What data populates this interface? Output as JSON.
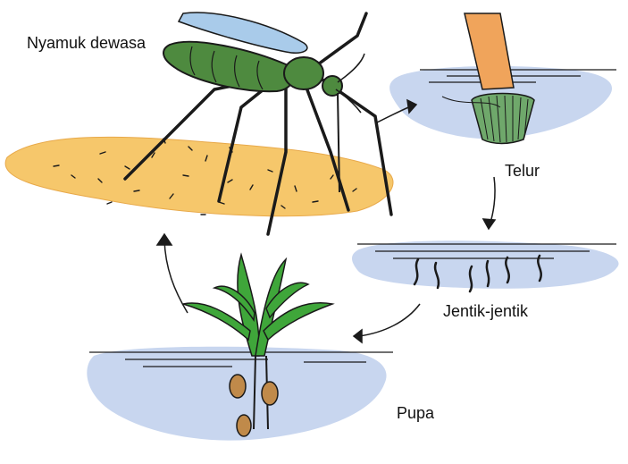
{
  "labels": {
    "adult": "Nyamuk dewasa",
    "egg": "Telur",
    "larva": "Jentik-jentik",
    "pupa": "Pupa"
  },
  "colors": {
    "water": "#c8d6ef",
    "skin": "#f6c76b",
    "mosquito_body": "#4e8a3f",
    "wing": "#a9cbea",
    "stick": "#f0a45b",
    "leaf": "#3fa63a",
    "ink": "#1a1a1a"
  }
}
